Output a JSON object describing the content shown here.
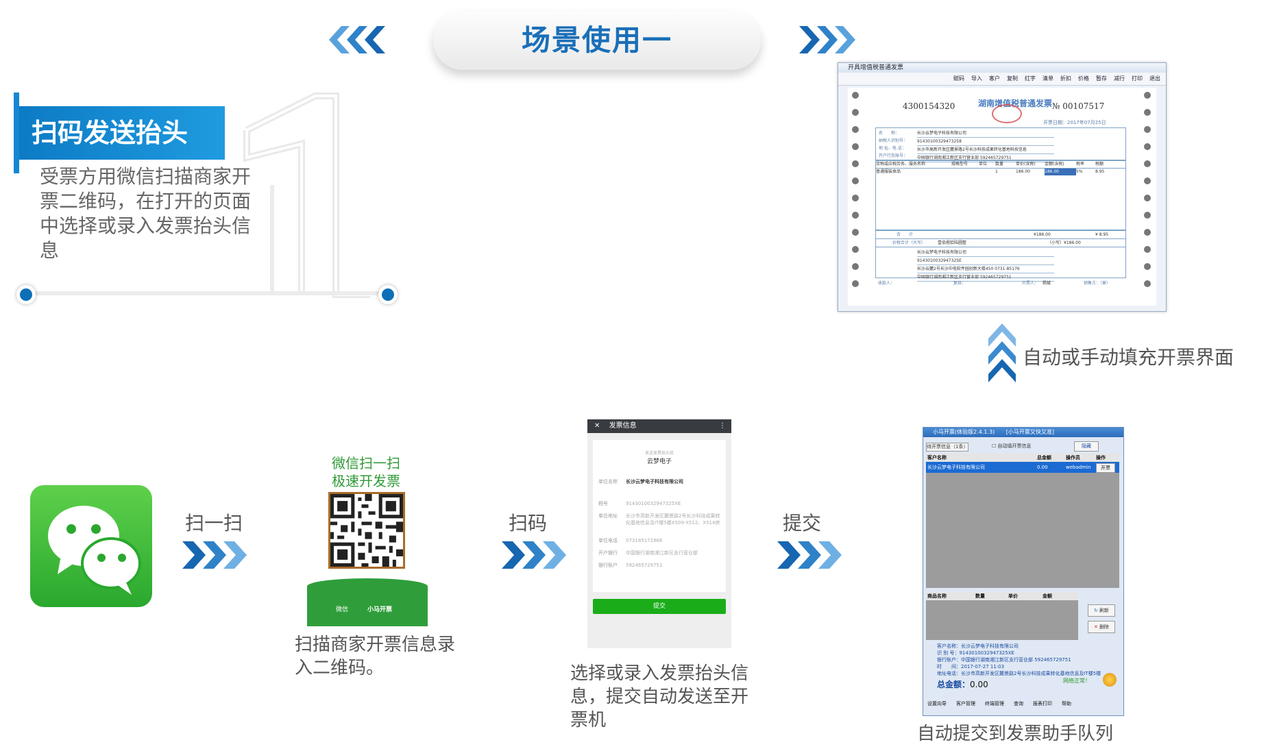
{
  "header": {
    "title": "场景使用一"
  },
  "step1": {
    "banner": "扫码发送抬头",
    "description": "受票方用微信扫描商家开票二维码，在打开的页面中选择或录入发票抬头信息"
  },
  "invoice_window": {
    "title": "开具增值税普通发票",
    "toolbar": [
      "赋码",
      "导入",
      "客户",
      "复制",
      "红字",
      "清单",
      "折扣",
      "价格",
      "暂存",
      "减行",
      "打印",
      "退出"
    ],
    "code": "4300154320",
    "invoice_name": "湖南增值税普通发票",
    "number_prefix": "№",
    "number": "00107517",
    "date_label": "开票日期：",
    "date": "2017年07月25日",
    "buyer_labels": [
      "名　　称：",
      "纳税人识别号：",
      "地 址、电 话：",
      "开户行及账号："
    ],
    "buyer_values": [
      "长沙云梦电子科技有限公司",
      "91430100329473258",
      "长沙市高新开发区麓景路2号长沙科技成果转化基地科技信息",
      "中国银行湖南湘江新区支行营业部 592465729751"
    ],
    "item_headers": [
      "货物或应税劳务、服务名称",
      "规格型号",
      "单位",
      "数量",
      "单价(含税)",
      "金额(含税)",
      "税率",
      "税额"
    ],
    "item_row": [
      "普通服装食品",
      "",
      "",
      "1",
      "186.00",
      "186.00",
      "5%",
      "8.95"
    ],
    "total_label": "合　　计",
    "total_amount": "¥186.00",
    "total_tax": "¥ 8.95",
    "capital_label": "价税合计（大写）",
    "capital_value": "壹佰捌拾陆圆整",
    "small_label": "（小写）¥186.00",
    "seller_values": [
      "长沙云梦电子科技有限公司",
      "914301003294732SE",
      "长沙云麓2号长沙中电软件园创新大楼450 0731-85176",
      "中国银行湖南湘江新区支行营业部 592465729751"
    ],
    "footer_labels": [
      "收款人：",
      "复核：",
      "开票人：",
      "销售方：（章）"
    ],
    "drawer": "杨斌"
  },
  "auto_fill_label": "自动或手动填充开票界面",
  "flow": {
    "label_scan": "扫一扫",
    "label_scancode": "扫码",
    "label_submit": "提交",
    "qr_top": "微信扫一扫",
    "qr_bottom": "极速开发票",
    "qr_footer_left": "微信",
    "qr_footer_right": "小马开票",
    "caption_qr": "扫描商家开票信息录入二维码。",
    "caption_phone": "选择或录入发票抬头信息，提交自动发送至开票机",
    "caption_assistant": "自动提交到发票助手队列"
  },
  "phone": {
    "bar_title": "发票信息",
    "header_small": "发送发票抬头给",
    "header_name": "云梦电子",
    "fields": [
      {
        "label": "单位名称",
        "value": "长沙云梦电子科技有限公司"
      },
      {
        "label": "税号",
        "value": "9143010032947325XE"
      },
      {
        "label": "单位地址",
        "value": "长沙市高新开发区麓景路2号长沙科技成果转化基地信息及IT楼5楼X509-X512、X514房"
      },
      {
        "label": "单位电话",
        "value": "073185172866"
      },
      {
        "label": "开户银行",
        "value": "中国银行湖南湘江新区支行营业部"
      },
      {
        "label": "银行账户",
        "value": "592465729751"
      }
    ],
    "submit": "提交"
  },
  "assistant": {
    "title": "小马开票(体验版2.4.1.3)",
    "title_extra": "[小马开票又快又准]",
    "tab": "待开票信息（1条）",
    "auto_fill_check": "自动填开票信息",
    "hide_btn": "隐藏",
    "grid_headers": [
      "客户名称",
      "总金额",
      "操作员",
      "操作"
    ],
    "row": [
      "长沙云梦电子科技有限公司",
      "0.00",
      "webadmin",
      "开票"
    ],
    "goods_headers": [
      "商品名称",
      "数量",
      "单价",
      "金额"
    ],
    "btn_refresh": "刷新",
    "btn_delete": "删除",
    "info": [
      "客户名称：长沙云梦电子科技有限公司",
      "识 别 号：9143010032947325XE",
      "银行账户：中国银行湖南湘江新区支行营业部 592465729751",
      "时　　间：2017-07-27 11:03",
      "地址电话：长沙市高新开发区麓景路2号长沙科技成果转化基地信息及IT楼5楼"
    ],
    "total_label": "总金额：",
    "total_value": "0.00",
    "network": "网络正常！",
    "bottom": [
      "设置向导",
      "客户管理",
      "终端管理",
      "查询",
      "报表打印",
      "帮助"
    ]
  },
  "colors": {
    "brand_blue": "#1a6fb8",
    "wechat_green": "#1aad19",
    "arrow_blue": "#1a6fc0"
  }
}
